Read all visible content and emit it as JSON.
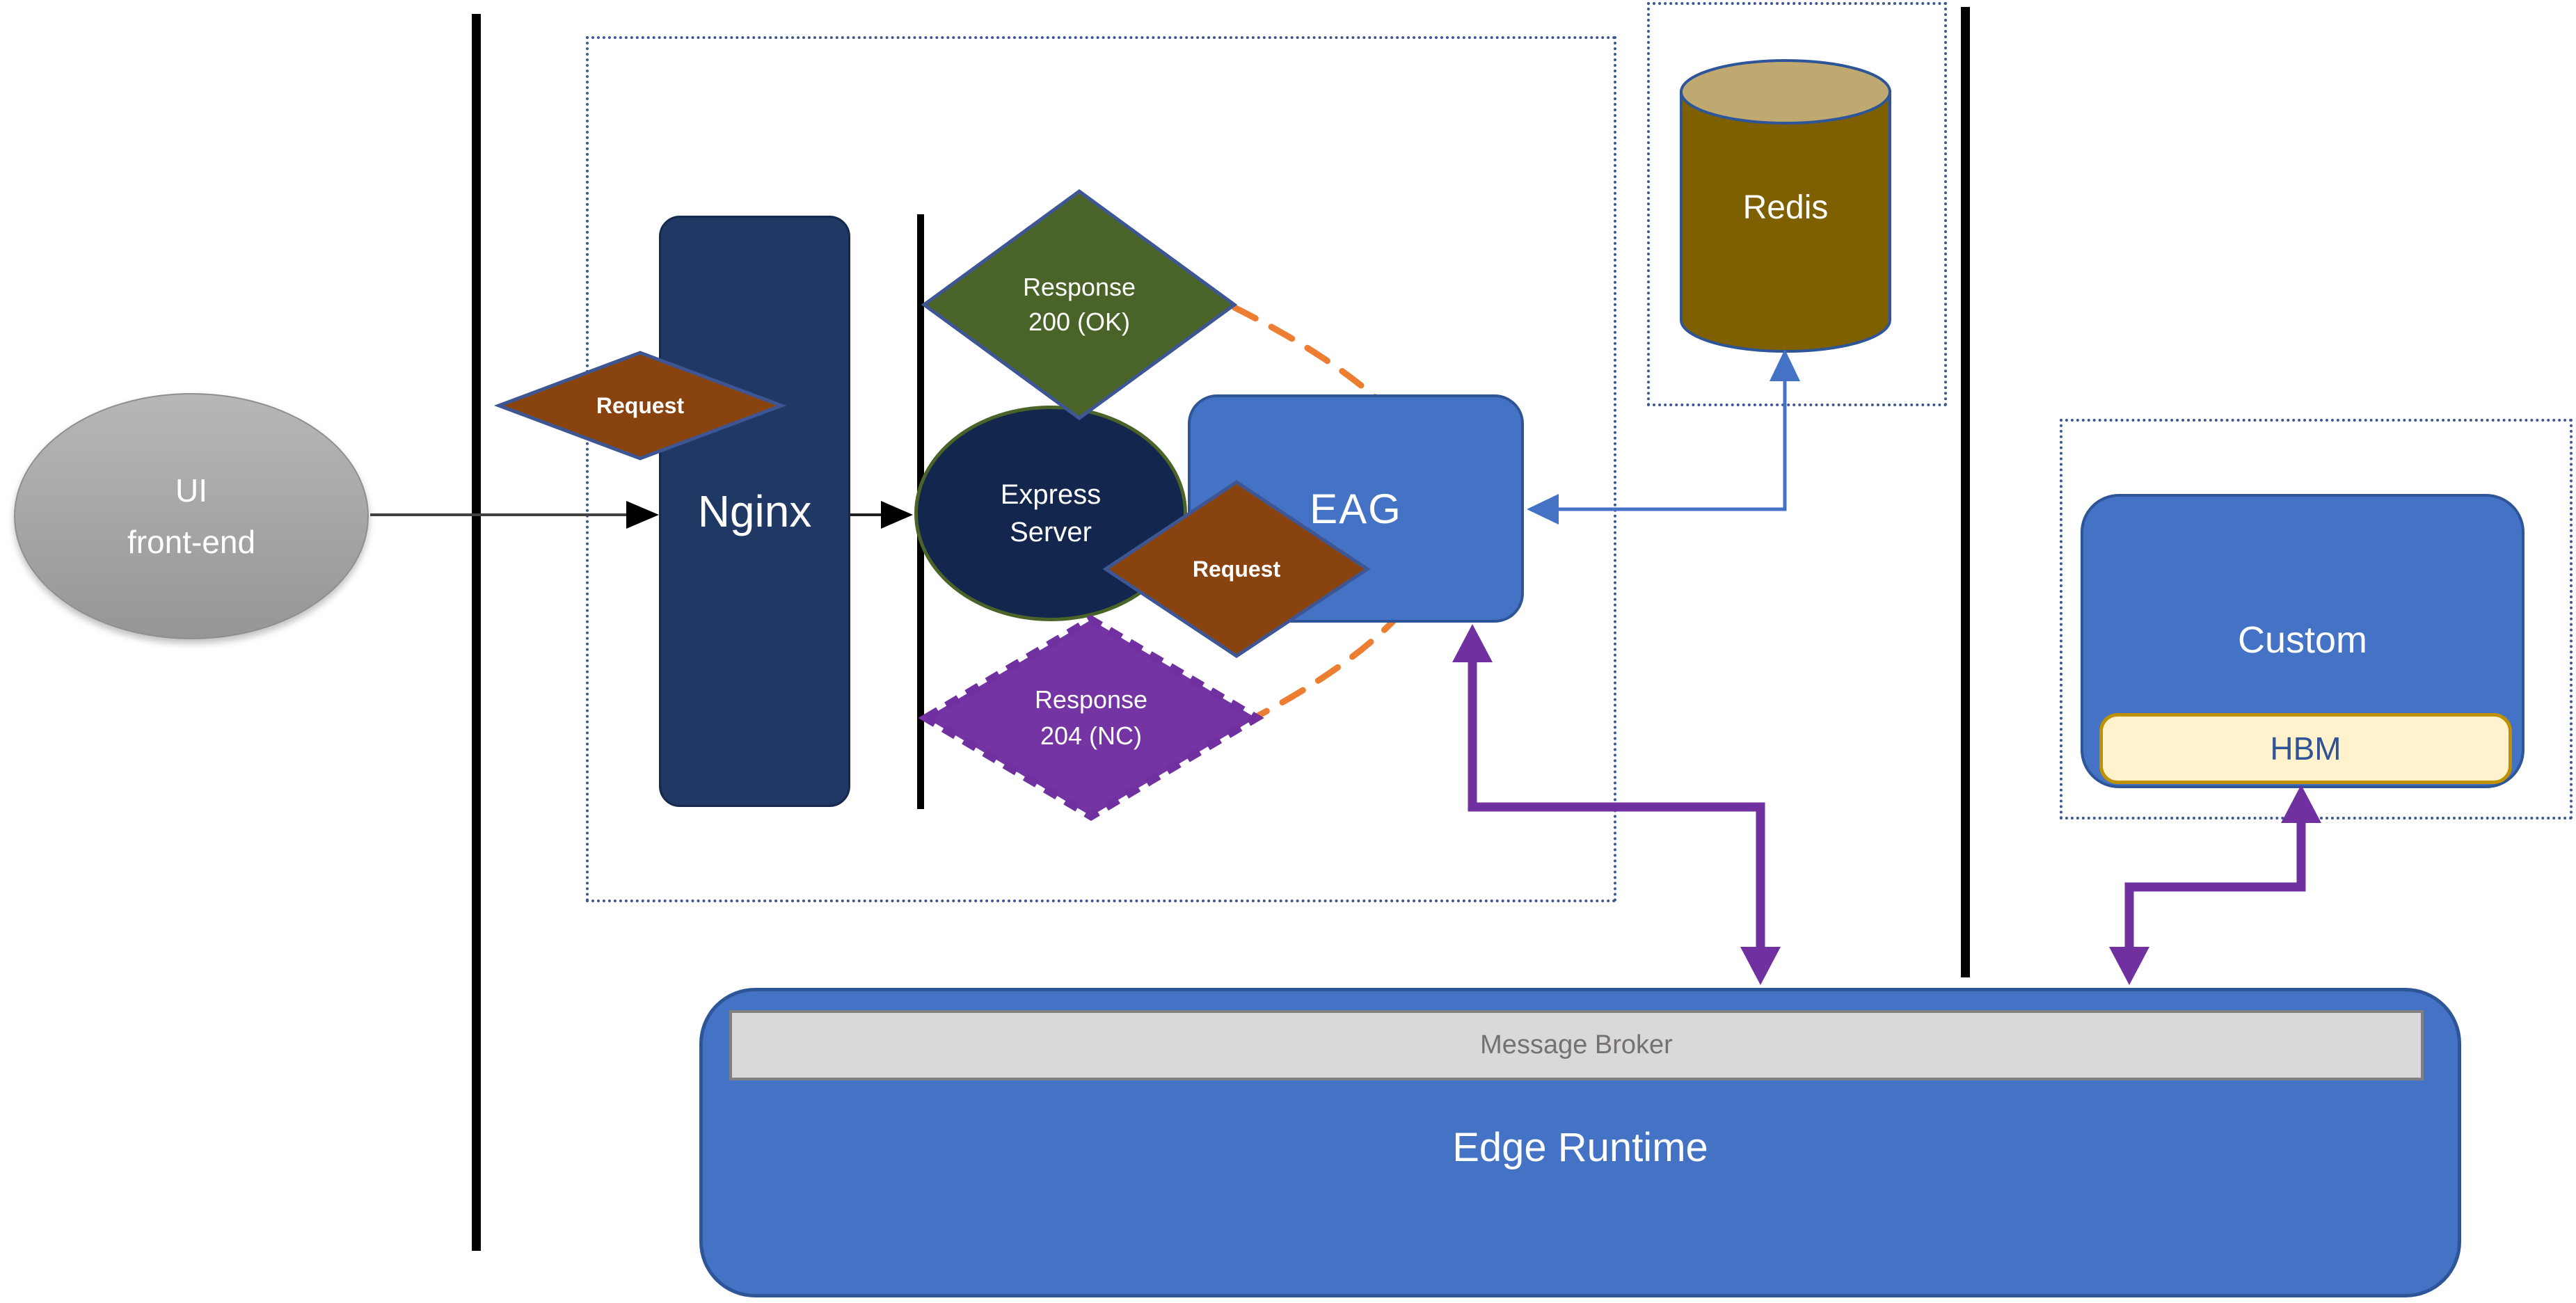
{
  "title": "Edge gateway request flow diagram",
  "colors": {
    "accent_blue": "#4472C4",
    "blue_border": "#2E5597",
    "dark_navy": "#1F3864",
    "express_navy": "#13264D",
    "olive_green": "#4A6328",
    "brown": "#88430F",
    "purple": "#7030A0",
    "orange_dash": "#ED7D31",
    "gray_node": "#A8A8A8",
    "broker_gray": "#D9D9D9",
    "hbm_fill": "#FFF2CC",
    "hbm_border": "#BF9000",
    "redis_body": "#7F6000",
    "redis_top": "#BFA971",
    "dotted_border": "#3E5693"
  },
  "nodes": {
    "ui_frontend": {
      "line1": "UI",
      "line2": "front-end"
    },
    "nginx": {
      "label": "Nginx"
    },
    "express": {
      "line1": "Express",
      "line2": "Server"
    },
    "request_in": {
      "label": "Request"
    },
    "request_out": {
      "label": "Request"
    },
    "response_ok": {
      "line1": "Response",
      "line2": "200 (OK)"
    },
    "response_nc": {
      "line1": "Response",
      "line2": "204 (NC)"
    },
    "eag": {
      "label": "EAG"
    },
    "redis": {
      "label": "Redis"
    },
    "custom": {
      "label": "Custom"
    },
    "hbm": {
      "label": "HBM"
    },
    "edge_runtime": {
      "label": "Edge Runtime"
    },
    "message_broker": {
      "label": "Message Broker"
    }
  }
}
